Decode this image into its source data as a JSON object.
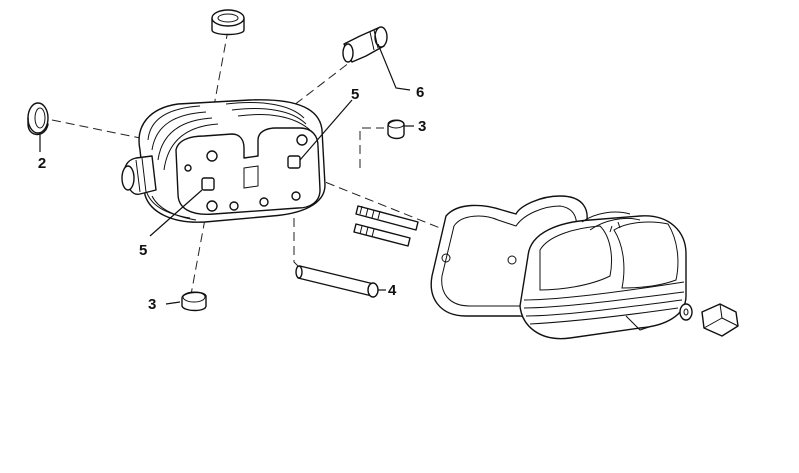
{
  "callouts": [
    {
      "id": "c2",
      "text": "2"
    },
    {
      "id": "c6",
      "text": "6"
    },
    {
      "id": "c5a",
      "text": "5"
    },
    {
      "id": "c3a",
      "text": "3"
    },
    {
      "id": "c5b",
      "text": "5"
    },
    {
      "id": "c3b",
      "text": "3"
    },
    {
      "id": "c4",
      "text": "4"
    }
  ]
}
